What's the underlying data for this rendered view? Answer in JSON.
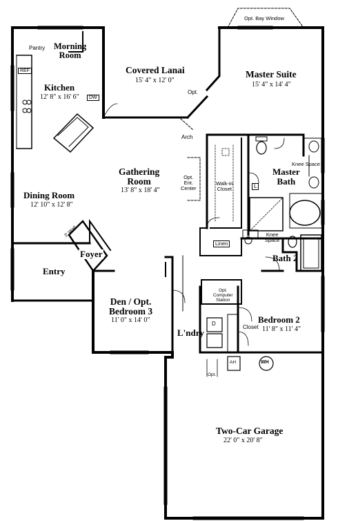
{
  "rooms": {
    "morning_room": "Morning\nRoom",
    "covered_lanai": {
      "name": "Covered Lanai",
      "dim": "15' 4\" x 12' 0\""
    },
    "master_suite": {
      "name": "Master Suite",
      "dim": "15' 4\" x 14' 4\""
    },
    "kitchen": {
      "name": "Kitchen",
      "dim": "12' 8\" x 16' 6\""
    },
    "gathering_room": {
      "name": "Gathering\nRoom",
      "dim": "13' 8\" x 18' 4\""
    },
    "dining_room": {
      "name": "Dining Room",
      "dim": "12' 10\" x 12' 8\""
    },
    "master_bath": "Master\nBath",
    "walk_in_closet": "Walk-in\nCloset",
    "foyer": "Foyer",
    "entry": "Entry",
    "bath_2": "Bath 2",
    "den": {
      "name": "Den / Opt.\nBedroom 3",
      "dim": "11' 0\" x 14' 0\""
    },
    "laundry": "L'ndry",
    "bedroom_2": {
      "name": "Bedroom 2",
      "dim": "11' 8\" x 11' 4\""
    },
    "garage": {
      "name": "Two-Car Garage",
      "dim": "22' 0\" x 20' 8\""
    }
  },
  "annotations": {
    "opt_bay_window": "Opt. Bay Window",
    "pantry": "Pantry",
    "ref": "REF",
    "dw": "DW",
    "opt": "Opt.",
    "arch": "Arch",
    "opt_ent_center": "Opt.\nEnt.\nCenter",
    "knee_space_top": "Knee Space",
    "knee_space_bottom": "Knee\nSpace",
    "linen": "Linen",
    "wall_3": "3' Wall",
    "opt_computer_station": "Opt.\nComputer\nStation",
    "closet": "Closet",
    "washer": "D",
    "wh": "WH",
    "ah": "AH",
    "l_mark": "L",
    "opt_garage": "Opt."
  }
}
